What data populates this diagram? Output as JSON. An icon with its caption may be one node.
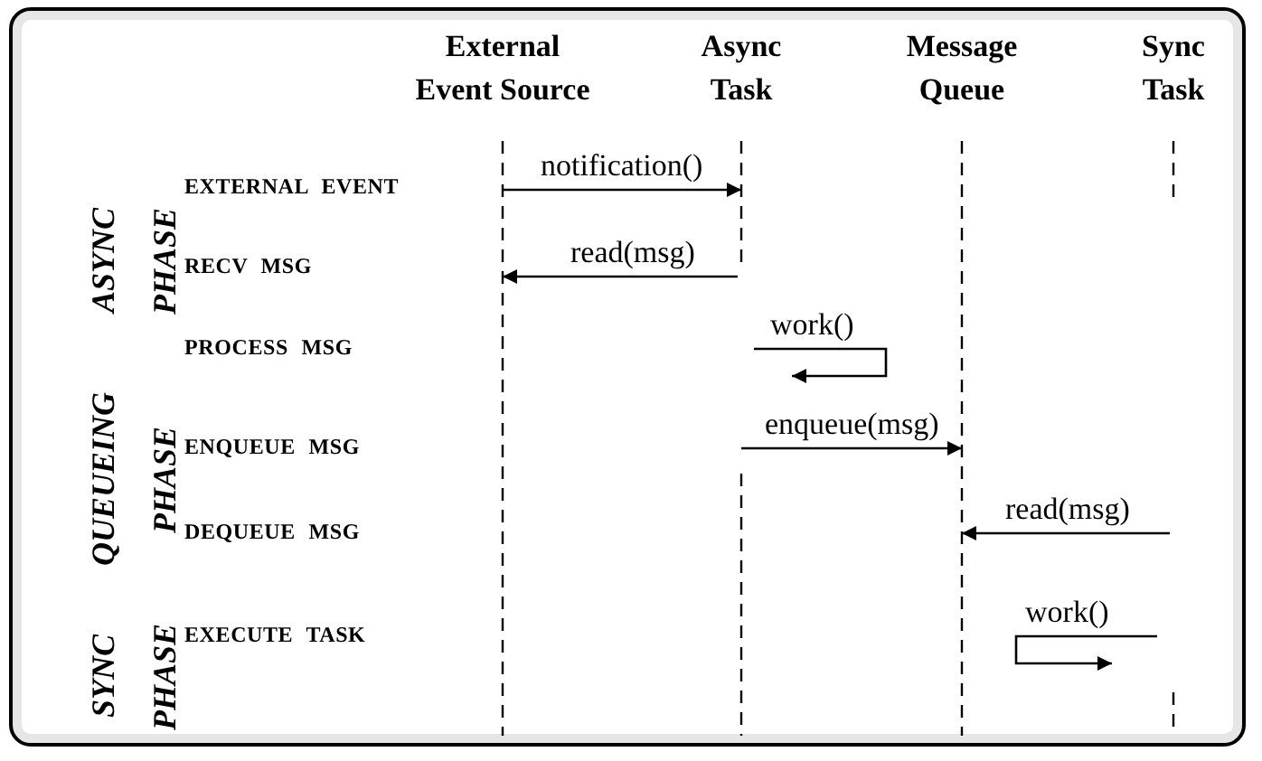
{
  "diagram": {
    "nodes": [
      {
        "text": [
          "External Event Source"
        ]
      },
      {
        "text": [
          "Async Task"
        ]
      },
      {
        "text": [
          "Message Queue"
        ]
      },
      {
        "text": [
          "Sync Task"
        ]
      }
    ],
    "edges": [
      {
        "from": 0,
        "to": 1,
        "arrow": "to",
        "label": "notification()"
      },
      {
        "from": 1,
        "to": 0,
        "arrow": "to",
        "label": "read(msg)"
      },
      {
        "from": 1,
        "to": 1,
        "arrow": "to",
        "label": "work()"
      },
      {
        "from": 1,
        "to": 2,
        "arrow": "to",
        "label": "enqueue(msg)"
      },
      {
        "from": 3,
        "to": 2,
        "arrow": "to",
        "label": "read(msg)"
      },
      {
        "from": 3,
        "to": 3,
        "arrow": "to",
        "label": "work()"
      }
    ],
    "labels": [
      "ASYNC PHASE",
      "EXTERNAL EVENT",
      "RECV MSG",
      "PROCESS MSG",
      "QUEUEING PHASE",
      "ENQUEUE MSG",
      "DEQUEUE MSG",
      "SYNC PHASE",
      "EXECUTE TASK"
    ]
  }
}
